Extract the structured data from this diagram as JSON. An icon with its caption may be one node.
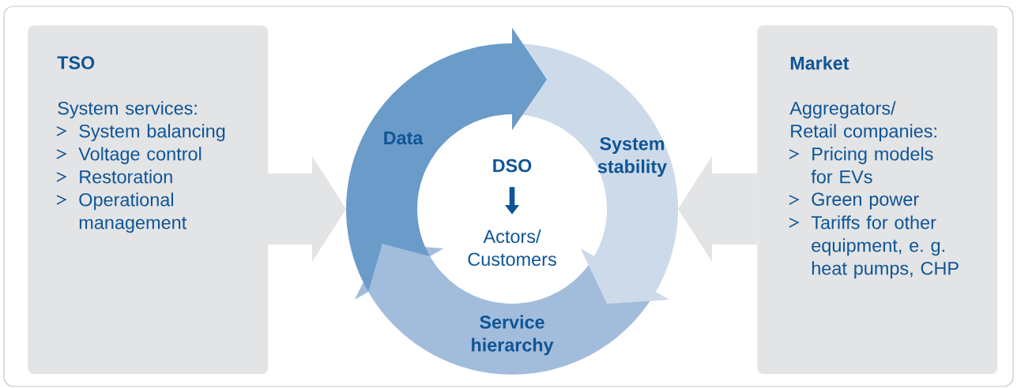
{
  "diagram": {
    "nodes": [
      {
        "text": [
          "TSO",
          "System services:",
          "System balancing",
          "Voltage control",
          "Restoration",
          "Operational management"
        ]
      },
      {
        "text": [
          "Market",
          "Aggregators/ Retail companies:",
          "Pricing models for EVs",
          "Green power",
          "Tariffs for other equipment, e. g. heat pumps, CHP"
        ]
      },
      {
        "text": [
          "DSO"
        ]
      },
      {
        "text": [
          "Actors/ Customers"
        ]
      },
      {
        "text": [
          "Data"
        ]
      },
      {
        "text": [
          "System stability"
        ]
      },
      {
        "text": [
          "Service hierarchy"
        ]
      }
    ],
    "edges": [
      {
        "from": 0,
        "to": 4,
        "arrow": "to",
        "style": "thick"
      },
      {
        "from": 1,
        "to": 5,
        "arrow": "to",
        "style": "thick"
      },
      {
        "from": 2,
        "to": 3,
        "arrow": "to",
        "color": "#0f5596"
      }
    ]
  }
}
